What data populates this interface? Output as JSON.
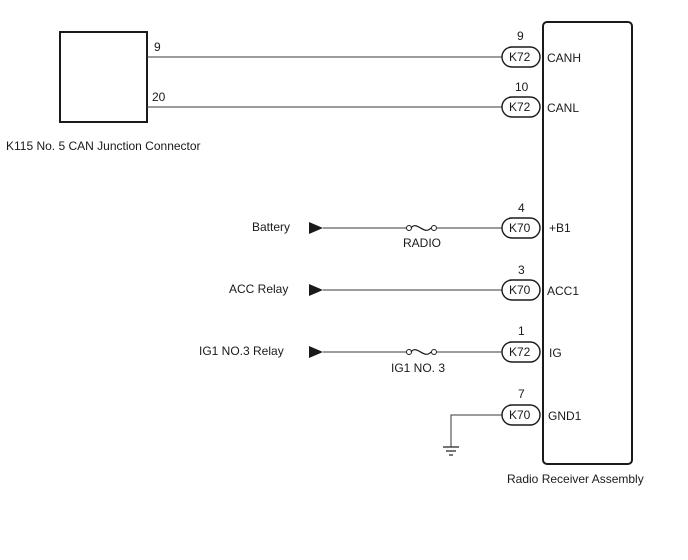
{
  "junction_connector": {
    "label": "K115 No. 5 CAN Junction Connector",
    "pin_canh": "9",
    "pin_canl": "20"
  },
  "radio_receiver": {
    "label": "Radio Receiver Assembly"
  },
  "circuits": [
    {
      "pin": "9",
      "connector": "K72",
      "terminal": "CANH"
    },
    {
      "pin": "10",
      "connector": "K72",
      "terminal": "CANL"
    },
    {
      "pin": "4",
      "connector": "K70",
      "terminal": "+B1",
      "source": "Battery",
      "fuse": "RADIO"
    },
    {
      "pin": "3",
      "connector": "K70",
      "terminal": "ACC1",
      "source": "ACC Relay"
    },
    {
      "pin": "1",
      "connector": "K72",
      "terminal": "IG",
      "source": "IG1 NO.3 Relay",
      "fuse": "IG1 NO. 3"
    },
    {
      "pin": "7",
      "connector": "K70",
      "terminal": "GND1"
    }
  ]
}
